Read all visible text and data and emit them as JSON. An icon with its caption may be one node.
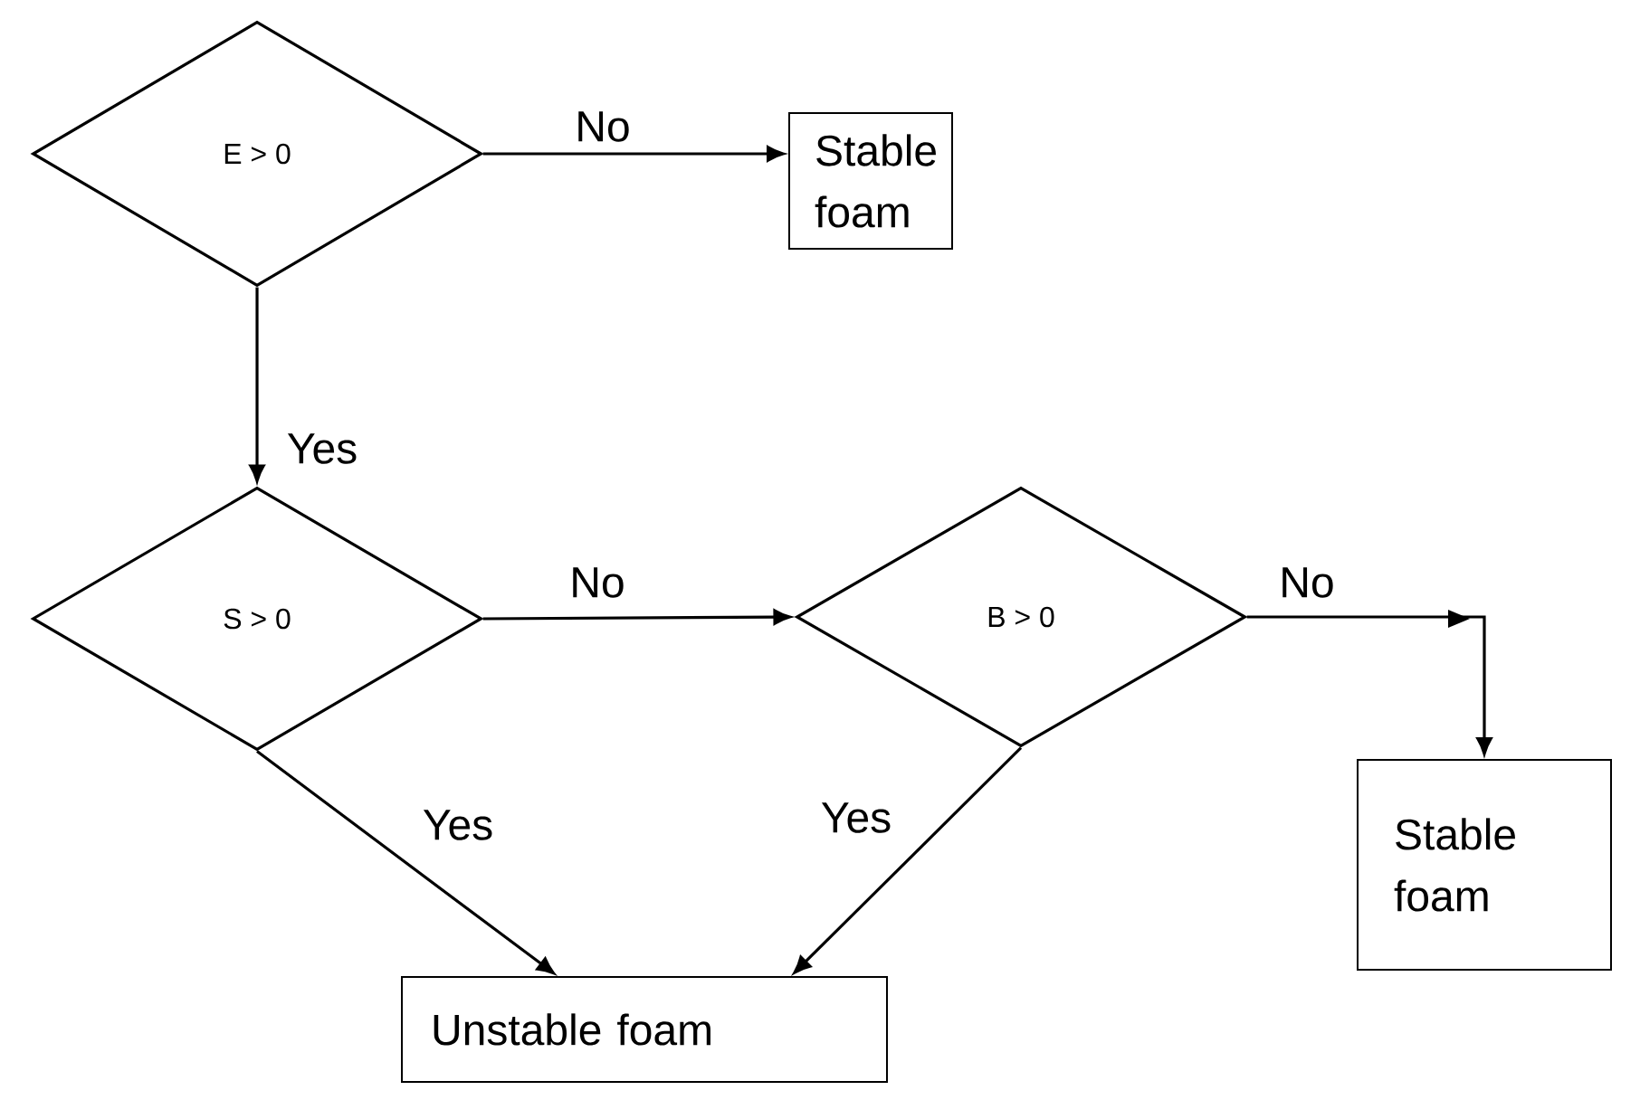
{
  "diagram": {
    "nodes": [
      {
        "text": [
          "E > 0"
        ]
      },
      {
        "text": [
          "Stable foam"
        ]
      },
      {
        "text": [
          "S > 0"
        ]
      },
      {
        "text": [
          "B > 0"
        ]
      },
      {
        "text": [
          "Stable foam"
        ]
      },
      {
        "text": [
          "Unstable foam"
        ]
      }
    ],
    "edges": [
      {
        "from": 0,
        "to": 1,
        "arrow": "to",
        "label": "No"
      },
      {
        "from": 0,
        "to": 2,
        "arrow": "to",
        "label": "Yes"
      },
      {
        "from": 2,
        "to": 3,
        "arrow": "to",
        "label": "No"
      },
      {
        "from": 3,
        "to": 4,
        "arrow": "to",
        "label": "No"
      },
      {
        "from": 2,
        "to": 5,
        "arrow": "to",
        "label": "Yes"
      },
      {
        "from": 3,
        "to": 5,
        "arrow": "to",
        "label": "Yes"
      }
    ]
  }
}
